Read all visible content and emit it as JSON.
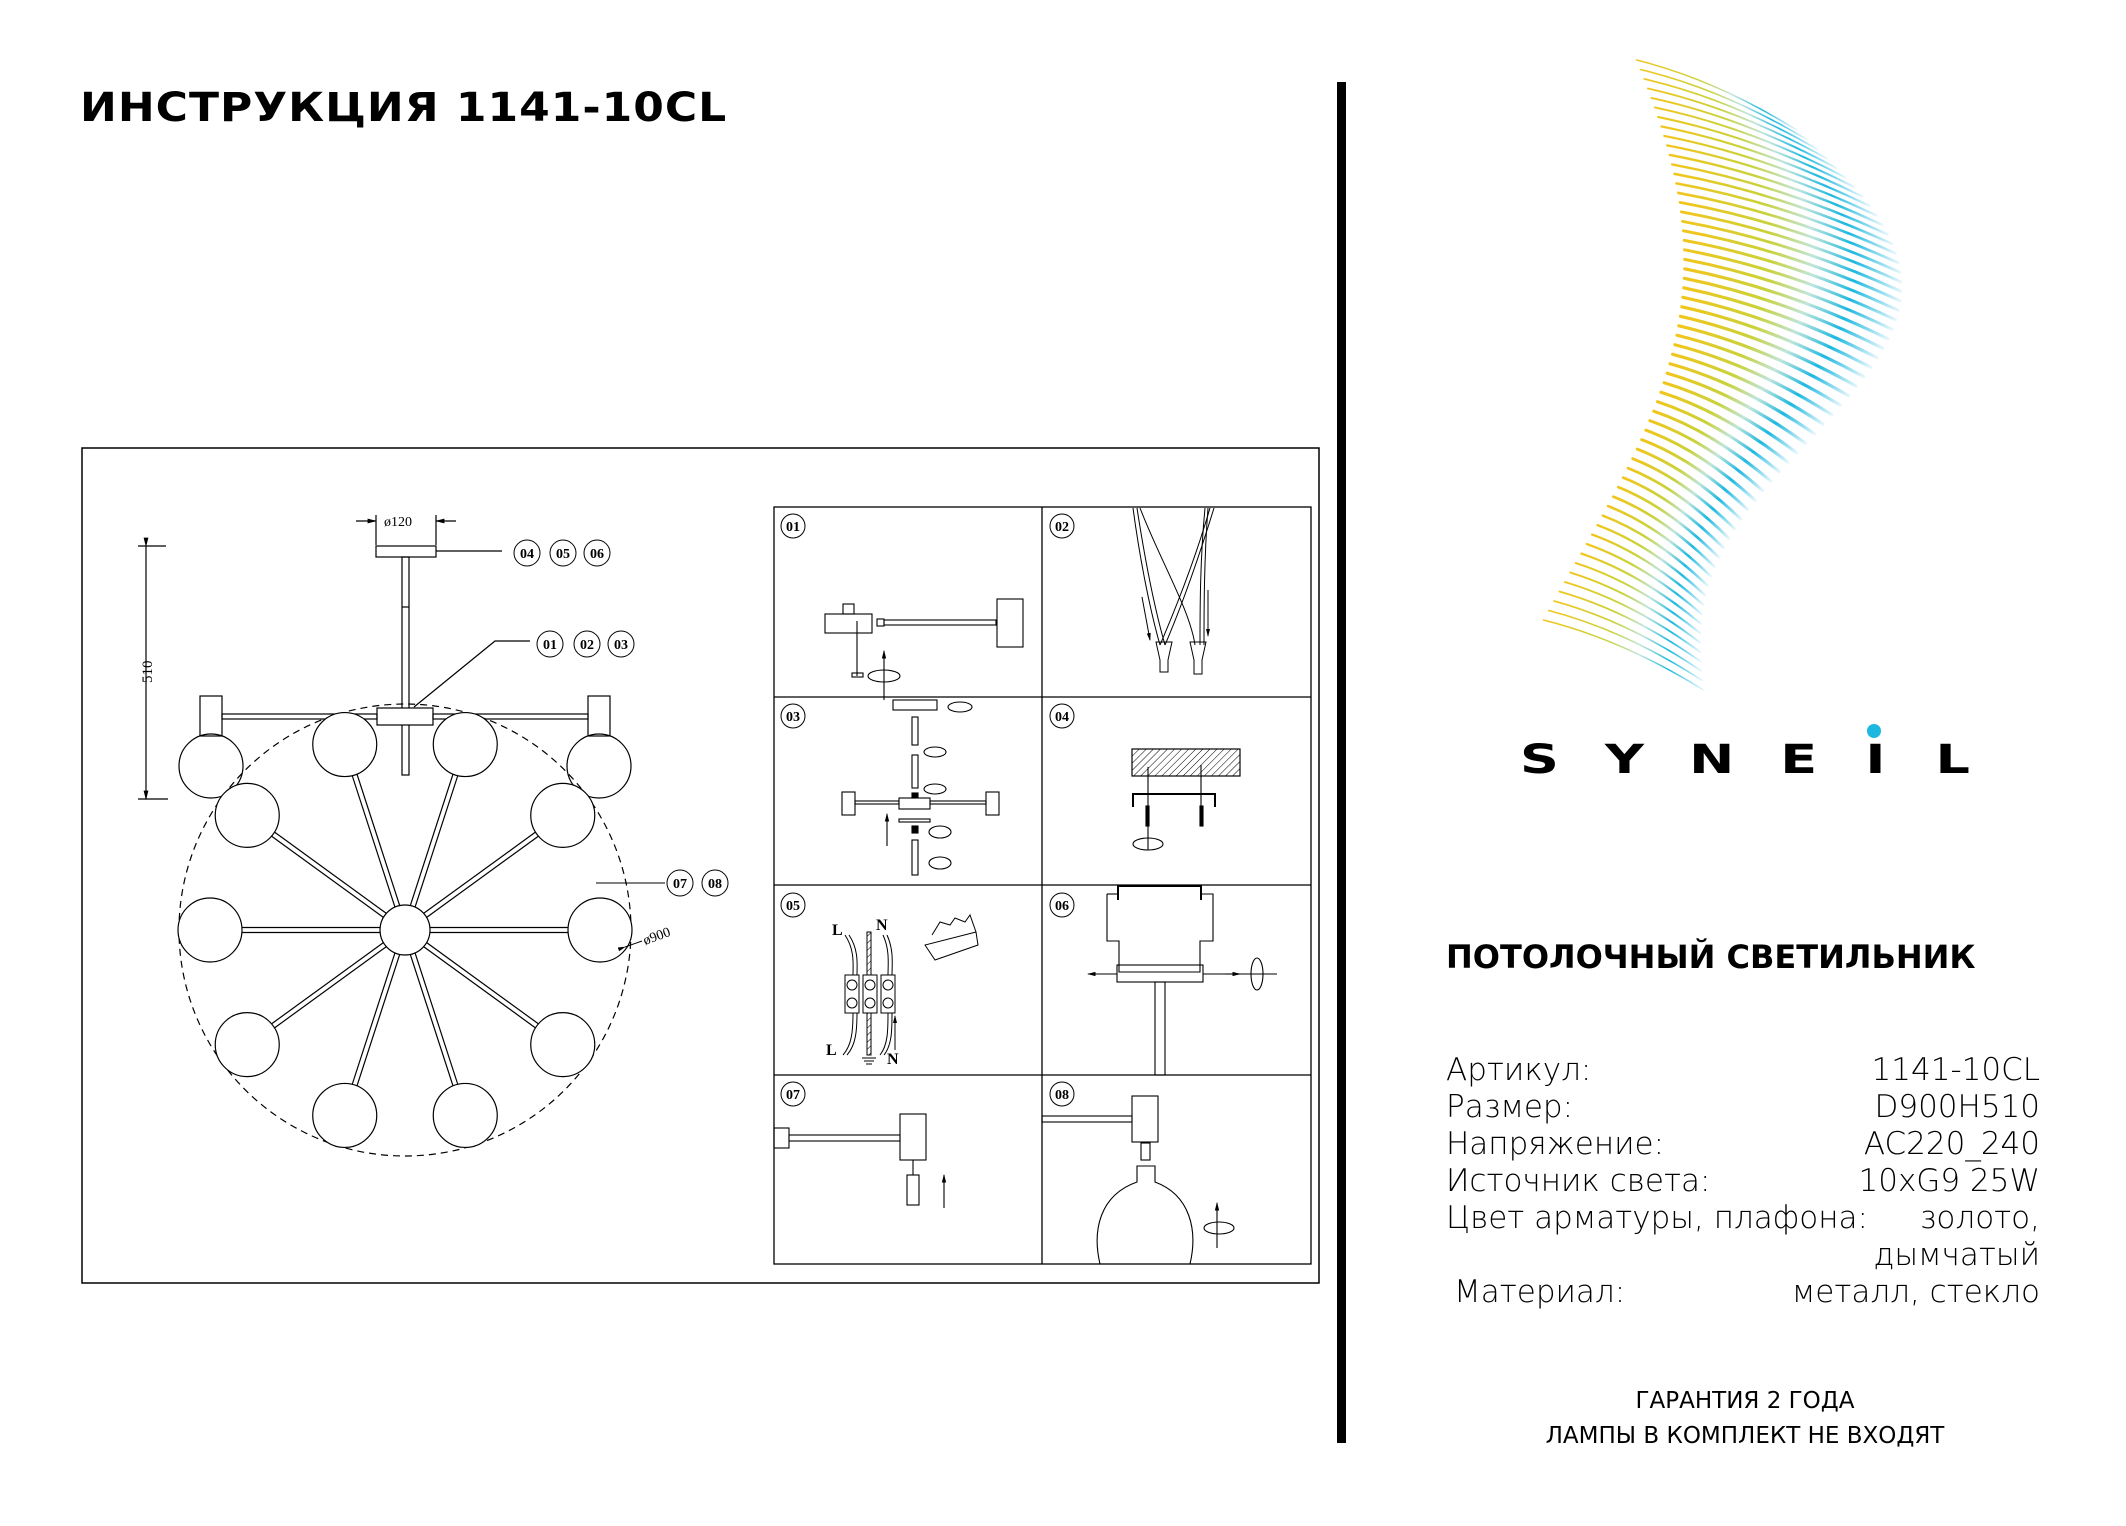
{
  "document": {
    "title": "ИНСТРУКЦИЯ 1141-10CL"
  },
  "brand": {
    "wordmark_letters": [
      "S",
      "Y",
      "N",
      "E",
      "I",
      "L"
    ],
    "wordmark": "SYNEIL",
    "dot_color": "#1cb8e0",
    "wave_colors": {
      "yellow": "#f2c51a",
      "green": "#b9cf3c",
      "cyan": "#1cb8e0"
    }
  },
  "product": {
    "type": "ПОТОЛОЧНЫЙ СВЕТИЛЬНИК",
    "specs": [
      {
        "label": "Артикул:",
        "value": "1141-10CL"
      },
      {
        "label": "Размер:",
        "value": "D900H510"
      },
      {
        "label": "Напряжение:",
        "value": "AC220_240"
      },
      {
        "label": "Источник света:",
        "value": "10xG9 25W"
      },
      {
        "label": "Цвет арматуры, плафона:",
        "value": "золото,",
        "value_cont": "дымчатый"
      },
      {
        "label": "Материал:",
        "value": "металл,  стекло"
      }
    ]
  },
  "footer": {
    "warranty": "ГАРАНТИЯ 2 ГОДА",
    "lamps_note": "ЛАМПЫ В КОМПЛЕКТ НЕ ВХОДЯТ"
  },
  "drawing": {
    "dimensions": {
      "canopy_diameter": "ø120",
      "height": "510",
      "diameter": "ø900"
    },
    "callouts": {
      "canopy": [
        "04",
        "05",
        "06"
      ],
      "hub": [
        "01",
        "02",
        "03"
      ],
      "bulb": [
        "07",
        "08"
      ]
    },
    "steps": [
      "01",
      "02",
      "03",
      "04",
      "05",
      "06",
      "07",
      "08"
    ],
    "wiring_labels": {
      "live": "L",
      "neutral": "N"
    }
  }
}
